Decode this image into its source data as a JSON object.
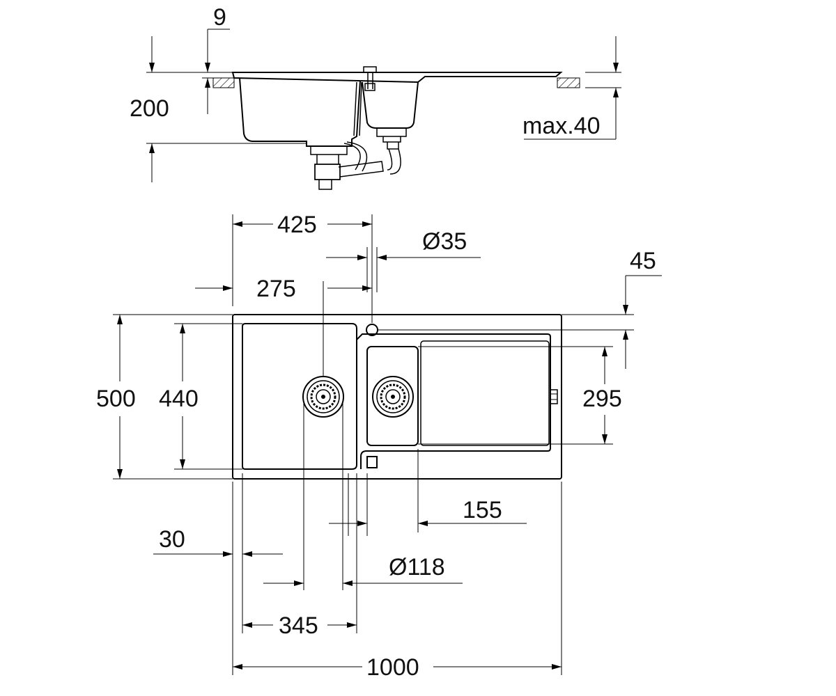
{
  "dimensions": {
    "rim_thickness": "9",
    "depth": "200",
    "worktop_max": "max.40",
    "tap_position": "425",
    "tap_hole": "Ø35",
    "drain_offset": "275",
    "back_margin": "45",
    "overall_depth": "500",
    "bowl_depth": "440",
    "small_bowl_depth": "295",
    "small_bowl_width": "155",
    "side_margin": "30",
    "drain_diameter": "Ø118",
    "bowl_width": "345",
    "overall_width": "1000"
  }
}
